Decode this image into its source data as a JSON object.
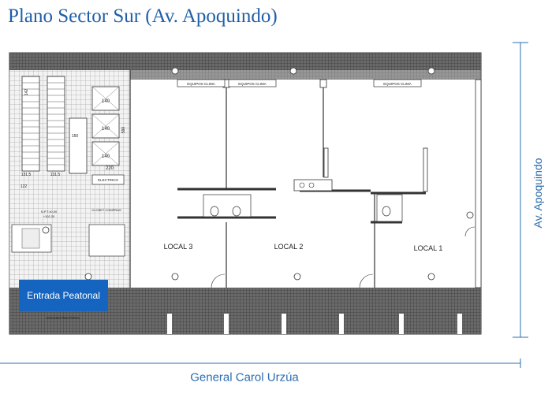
{
  "title": "Plano Sector Sur (Av. Apoquindo)",
  "locals": [
    {
      "label": "LOCAL 3"
    },
    {
      "label": "LOCAL 2"
    },
    {
      "label": "LOCAL 1"
    }
  ],
  "entrance_button": "Entrada Peatonal",
  "street_right": "Av. Apoquindo",
  "street_bottom": "General Carol Urzúa",
  "plan_labels": {
    "equipos_clima": "EQUIPOS CLIMA",
    "electrico": "ELECTRICO",
    "acceso": "ACCESO PEATONAL",
    "closet": "CLOSET COMPRAS",
    "dim_140": "140",
    "dim_220": "220",
    "dim_590": "590",
    "dim_150": "150",
    "dim_1315": "131.5",
    "dim_122": "122",
    "dim_142": "142",
    "npt": "N.P.T.±0.00",
    "npt2": "+102.20"
  },
  "colors": {
    "title": "#1f5ea8",
    "entrance": "#1565c0",
    "street": "#2b6cb0",
    "wall": "#333333"
  }
}
